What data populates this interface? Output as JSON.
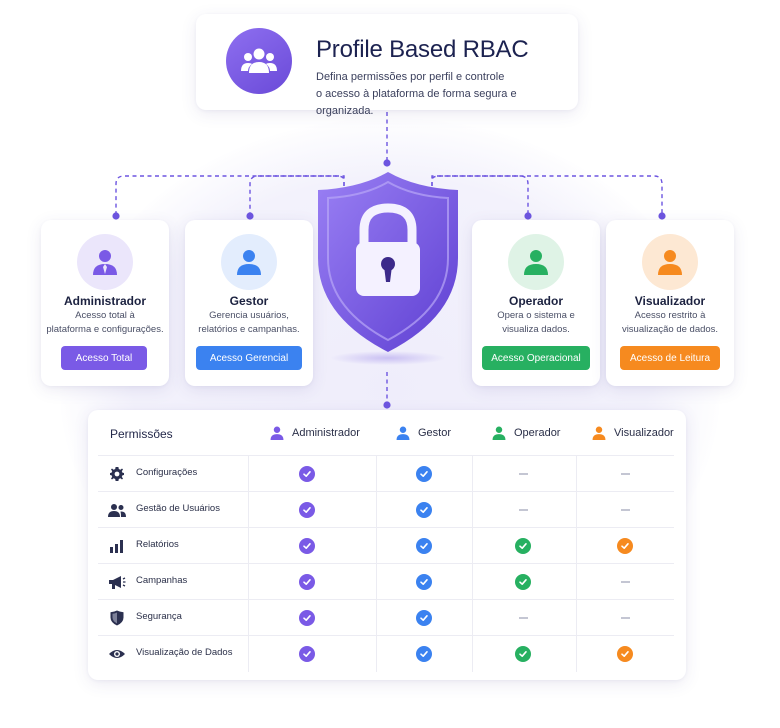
{
  "header": {
    "title": "Profile Based RBAC",
    "subtitle_line1": "Defina permissões por perfil e controle",
    "subtitle_line2": "o acesso à plataforma de forma segura e organizada."
  },
  "colors": {
    "admin": "#7a5ae6",
    "gestor": "#3b82f0",
    "operador": "#27b061",
    "visualizador": "#f68a1f",
    "connector": "#6d55e0"
  },
  "roles": [
    {
      "key": "admin",
      "name": "Administrador",
      "desc1": "Acesso total à",
      "desc2": "plataforma e configurações.",
      "button": "Acesso Total"
    },
    {
      "key": "gestor",
      "name": "Gestor",
      "desc1": "Gerencia usuários,",
      "desc2": "relatórios e campanhas.",
      "button": "Acesso Gerencial"
    },
    {
      "key": "operador",
      "name": "Operador",
      "desc1": "Opera o sistema e",
      "desc2": "visualiza dados.",
      "button": "Acesso Operacional"
    },
    {
      "key": "visualizador",
      "name": "Visualizador",
      "desc1": "Acesso restrito à",
      "desc2": "visualização de dados.",
      "button": "Acesso de Leitura"
    }
  ],
  "table": {
    "title": "Permissões",
    "columns": [
      "Administrador",
      "Gestor",
      "Operador",
      "Visualizador"
    ],
    "rows": [
      {
        "label": "Configurações",
        "icon": "gear-icon",
        "access": [
          true,
          true,
          false,
          false
        ]
      },
      {
        "label": "Gestão de Usuários",
        "icon": "users-icon",
        "access": [
          true,
          true,
          false,
          false
        ]
      },
      {
        "label": "Relatórios",
        "icon": "bar-chart-icon",
        "access": [
          true,
          true,
          true,
          true
        ]
      },
      {
        "label": "Campanhas",
        "icon": "megaphone-icon",
        "access": [
          true,
          true,
          true,
          false
        ]
      },
      {
        "label": "Segurança",
        "icon": "shield-icon",
        "access": [
          true,
          true,
          false,
          false
        ]
      },
      {
        "label": "Visualização de Dados",
        "icon": "eye-icon",
        "access": [
          true,
          true,
          true,
          true
        ]
      }
    ]
  }
}
